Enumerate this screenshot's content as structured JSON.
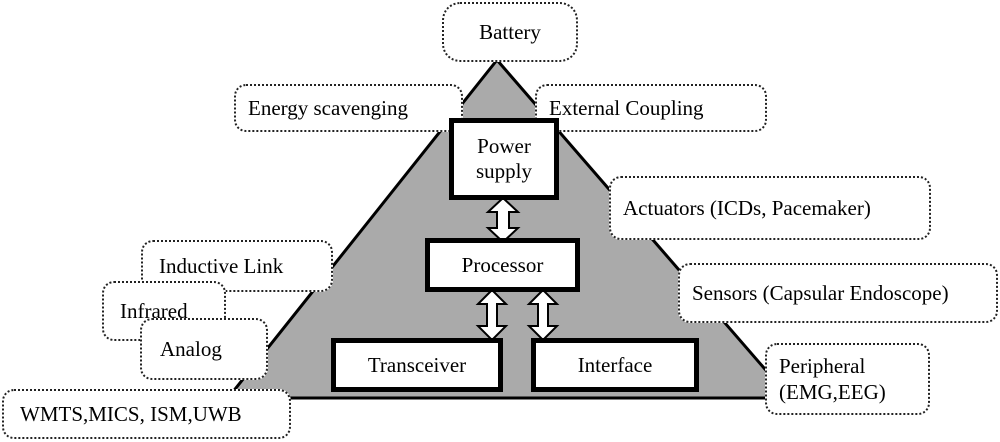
{
  "top": {
    "battery": "Battery"
  },
  "sources": {
    "energy": "Energy scavenging",
    "external": "External Coupling"
  },
  "blocks": {
    "power_line1": "Power",
    "power_line2": "supply",
    "processor": "Processor",
    "transceiver": "Transceiver",
    "interface": "Interface"
  },
  "outputs": {
    "actuators": "Actuators (ICDs, Pacemaker)",
    "sensors": "Sensors (Capsular Endoscope)",
    "peripheral_line1": "Peripheral",
    "peripheral_line2": "(EMG,EEG)"
  },
  "links": {
    "inductive": "Inductive Link",
    "infrared": "Infrared",
    "analog": "Analog",
    "bands": "WMTS,MICS, ISM,UWB"
  },
  "colors": {
    "triangle_fill": "#aaaaaa",
    "stroke": "#000000"
  }
}
